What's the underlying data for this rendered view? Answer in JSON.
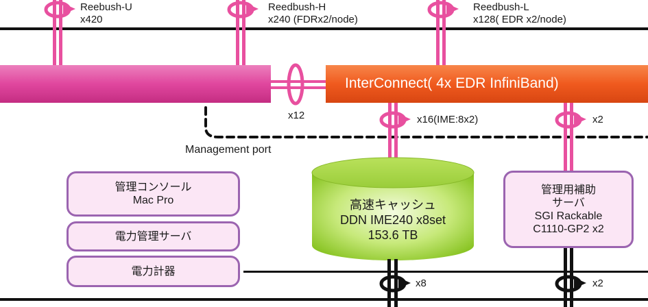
{
  "nodes": {
    "reebush_u": {
      "name": "Reebush-U",
      "count": "x420"
    },
    "reedbush_h": {
      "name": "Reedbush-H",
      "count": "x240 (FDRx2/node)"
    },
    "reedbush_l": {
      "name": "Reedbush-L",
      "count": "x128( EDR x2/node)"
    }
  },
  "interconnect": {
    "label": "InterConnect( 4x EDR InfiniBand)"
  },
  "links": {
    "to_pink_bar": "x12",
    "to_cache": "x16(IME:8x2)",
    "to_aux_top": "x2",
    "cache_bottom": "x8",
    "aux_bottom": "x2"
  },
  "management_port": "Management port",
  "console_box": {
    "line1": "管理コンソール",
    "line2": "Mac Pro"
  },
  "power_server_box": {
    "label": "電力管理サーバ"
  },
  "power_meter_box": {
    "label": "電力計器"
  },
  "cache": {
    "line1": "高速キャッシュ",
    "line2": "DDN IME240 x8set",
    "line3": "153.6 TB"
  },
  "aux_server": {
    "line1": "管理用補助",
    "line2": "サーバ",
    "line3": "SGI Rackable",
    "line4": "C1110-GP2 x2"
  },
  "colors": {
    "pink_bar": "#e0479e",
    "orange_bar": "#f05a1e",
    "link_pink": "#e8509f",
    "box_border": "#9b64b0",
    "box_fill": "#fbe6f5",
    "cylinder": "#9acd3a"
  }
}
